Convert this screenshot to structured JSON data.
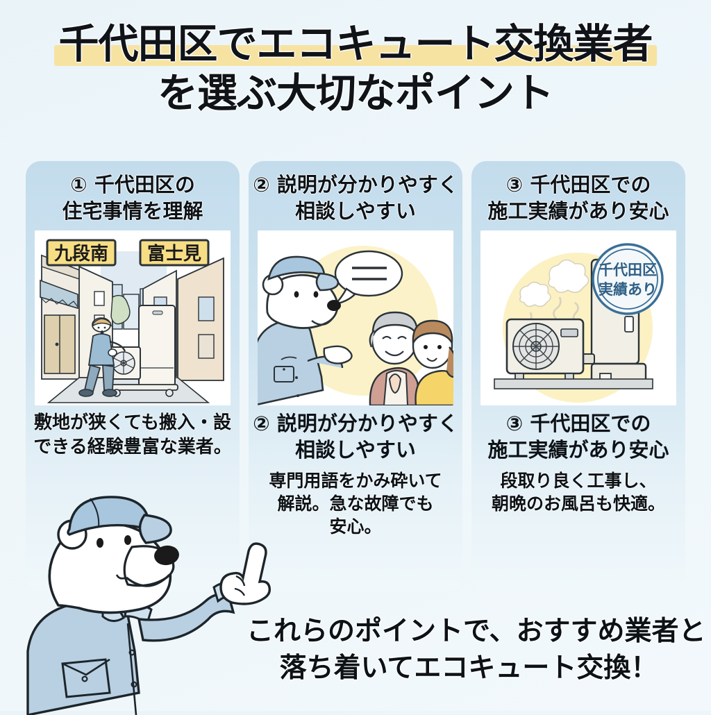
{
  "title": {
    "line1": "千代田区でエコキュート交換業者",
    "line2": "を選ぶ大切なポイント",
    "highlight_color": "#f7e3a1"
  },
  "colors": {
    "background": "#eef6fa",
    "card": "#c3dcec",
    "accent_yellow": "#f7e3a1",
    "uniform_blue": "#b3cde3",
    "stamp_blue": "#3a6f96",
    "text": "#101418"
  },
  "cards": [
    {
      "number": "①",
      "heading_line1": "千代田区の",
      "heading_line2": "住宅事情を理解",
      "body_line1": "敷地が狭くても搬入・設",
      "body_line2": "できる経験豊富な業者。",
      "illustration": {
        "name": "narrow-alley-delivery-illustration",
        "signs": [
          "九段南",
          "富士見"
        ]
      }
    },
    {
      "number": "②",
      "heading_line1": "説明が分かりやすく",
      "heading_line2": "相談しやすい",
      "repeat_heading_line1": "説明が分かりやすく",
      "repeat_heading_line2": "相談しやすい",
      "body_line1": "専門用語をかみ砕いて",
      "body_line2": "解説。急な故障でも",
      "body_line3": "安心。",
      "illustration": {
        "name": "bear-staff-explaining-to-customers-illustration"
      }
    },
    {
      "number": "③",
      "heading_line1": "千代田区での",
      "heading_line2": "施工実績があり安心",
      "repeat_heading_line1": "千代田区での",
      "repeat_heading_line2": "施工実績があり安心",
      "body_line1": "段取り良く工事し、",
      "body_line2": "朝晩のお風呂も快適。",
      "illustration": {
        "name": "ecocute-unit-with-stamp-illustration",
        "stamp_line1": "千代田区",
        "stamp_line2": "実績あり"
      }
    }
  ],
  "footer": {
    "line1": "これらのポイントで、おすすめ業者と",
    "line2": "落ち着いてエコキュート交換！"
  },
  "mascot": {
    "name": "polar-bear-mascot-pointing"
  }
}
